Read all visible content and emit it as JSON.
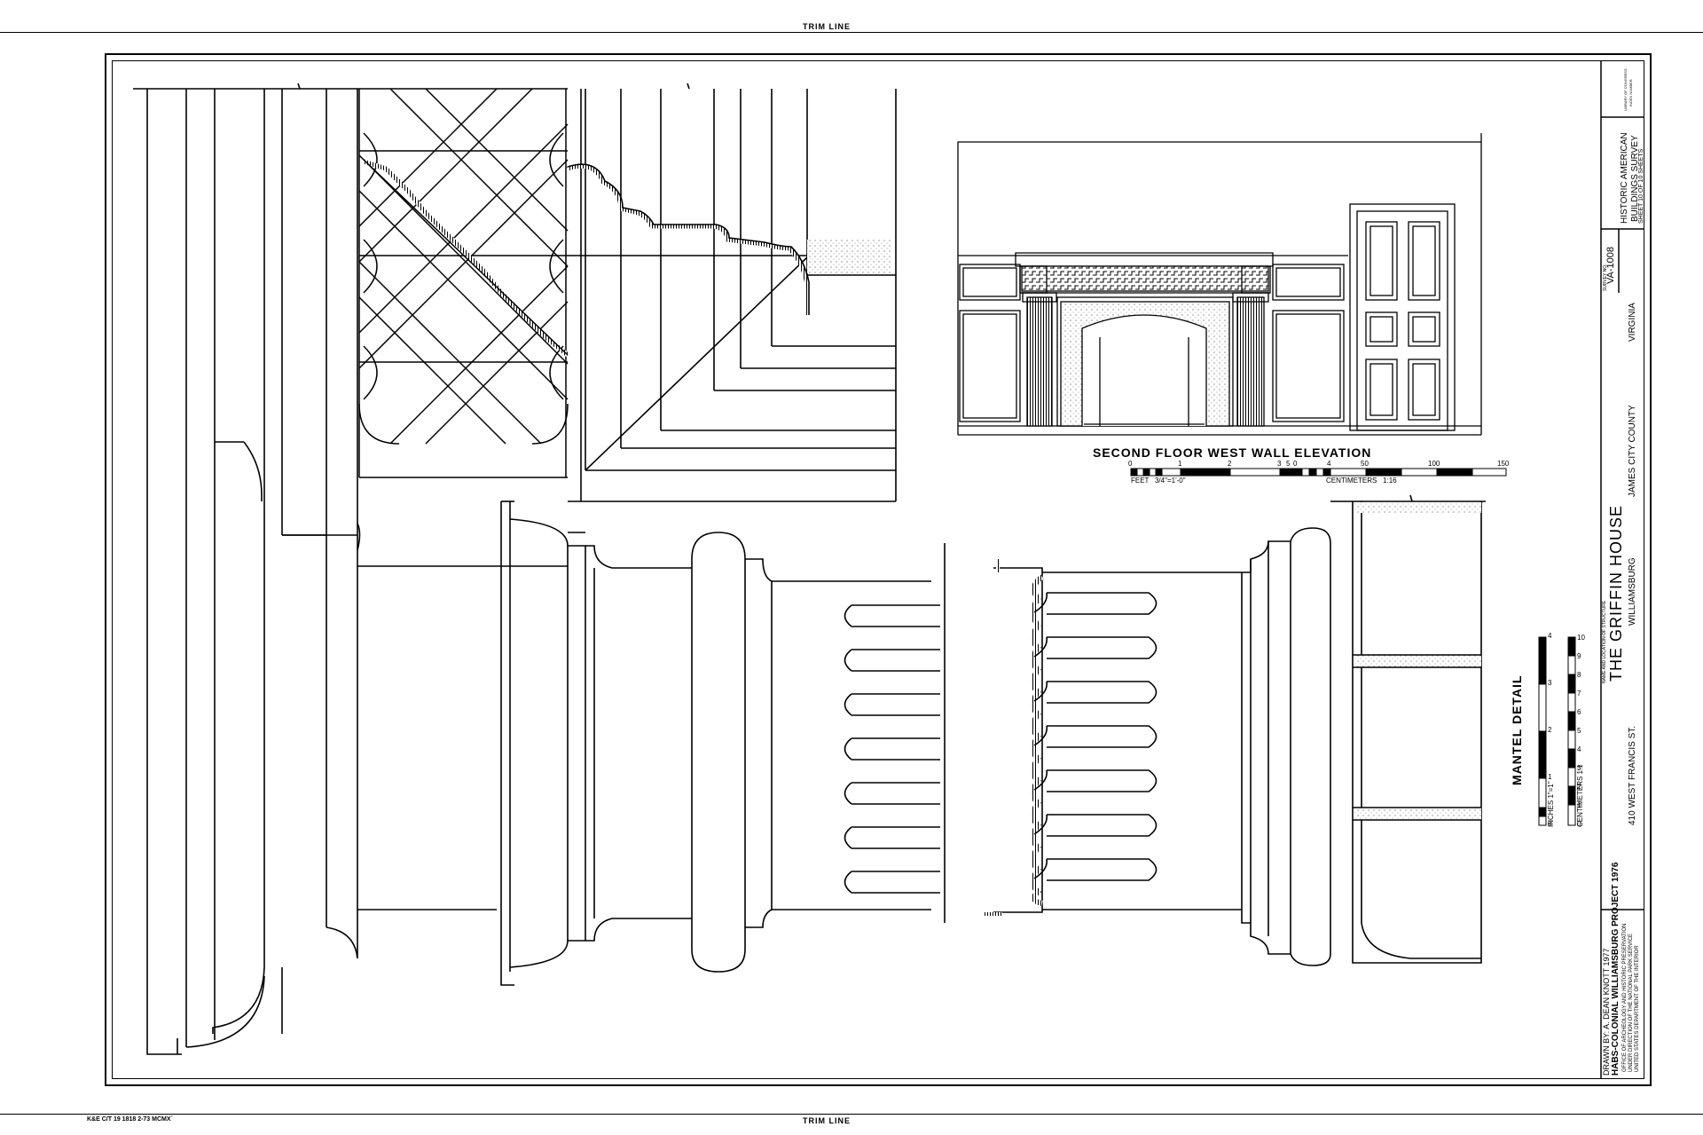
{
  "sheet": {
    "trim_line_top": "TRIM LINE",
    "trim_line_bottom": "TRIM LINE",
    "print_code": "K&E C/T 19 1818 2-73 MCMX´"
  },
  "elevation": {
    "title": "SECOND FLOOR WEST WALL ELEVATION",
    "feet_scale": {
      "ticks": [
        "0",
        "1",
        "2",
        "3",
        "4",
        "5"
      ],
      "unit_label": "FEET",
      "ratio_label": "3/4\"=1'-0\""
    },
    "cm_scale": {
      "ticks": [
        "0",
        "50",
        "100",
        "150"
      ],
      "unit_label": "CENTIMETERS",
      "ratio_label": "1:16"
    }
  },
  "mantel_detail": {
    "title": "MANTEL DETAIL",
    "inches_scale": {
      "ticks": [
        "0",
        "1",
        "2",
        "3",
        "4"
      ],
      "label": "INCHES 1\"=1\""
    },
    "cm_scale": {
      "ticks": [
        "0",
        "1",
        "2",
        "3",
        "4",
        "5",
        "6",
        "7",
        "8",
        "9",
        "10"
      ],
      "label": "CENTIMETERS 1:1"
    }
  },
  "title_block": {
    "drawn_by": "DRAWN BY:  A. DEAN KNOTT  1977",
    "project": "HABS-COLONIAL WILLIAMSBURG  PROJECT 1976",
    "office_lines": [
      "OFFICE OF ARCHEOLOGY AND HISTORIC PRESERVATION",
      "UNDER DIRECTION OF THE NATIONAL PARK SERVICE",
      "UNITED STATES DEPARTMENT OF THE INTERIOR"
    ],
    "name_location_caption": "NAME AND LOCATION OF STRUCTURE",
    "structure_name": "THE  GRIFFIN  HOUSE",
    "address": "410   WEST   FRANCIS   ST.",
    "city": "WILLIAMSBURG",
    "county": "JAMES   CITY   COUNTY",
    "state": "VIRGINIA",
    "survey_no_caption": "SURVEY NO.",
    "survey_no": "VA-1008",
    "agency_lines": [
      "HISTORIC AMERICAN",
      "BUILDINGS SURVEY"
    ],
    "sheet_number": "SHEET  10  OF  10 SHEETS",
    "library_lines": [
      "LIBRARY OF CONGRESS",
      "INDEX NUMBER"
    ]
  }
}
